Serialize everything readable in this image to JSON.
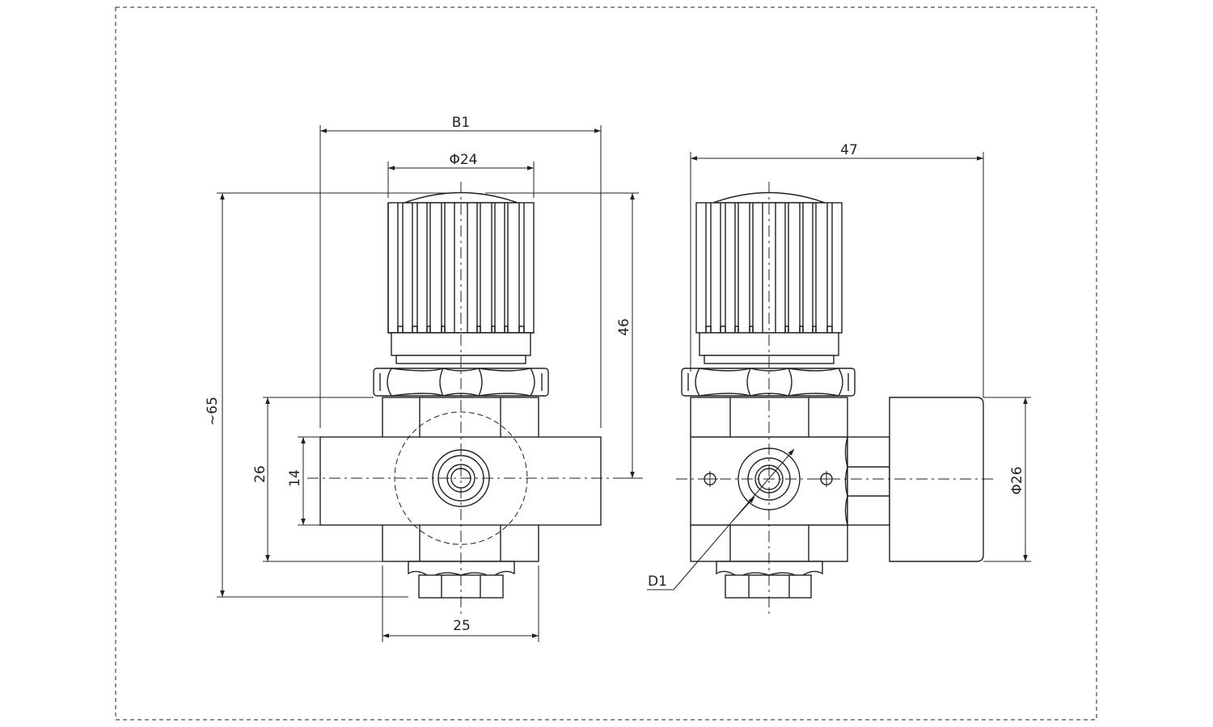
{
  "labels": {
    "front_width": "B1",
    "knob_diameter": "Φ24",
    "overall_height": "~65",
    "knob_height": "46",
    "body_height": "26",
    "port_height": "14",
    "body_width": "25",
    "side_depth": "47",
    "gauge_diameter": "Φ26",
    "port_size": "D1"
  },
  "colors": {
    "line": "#231f20",
    "background": "#ffffff"
  }
}
